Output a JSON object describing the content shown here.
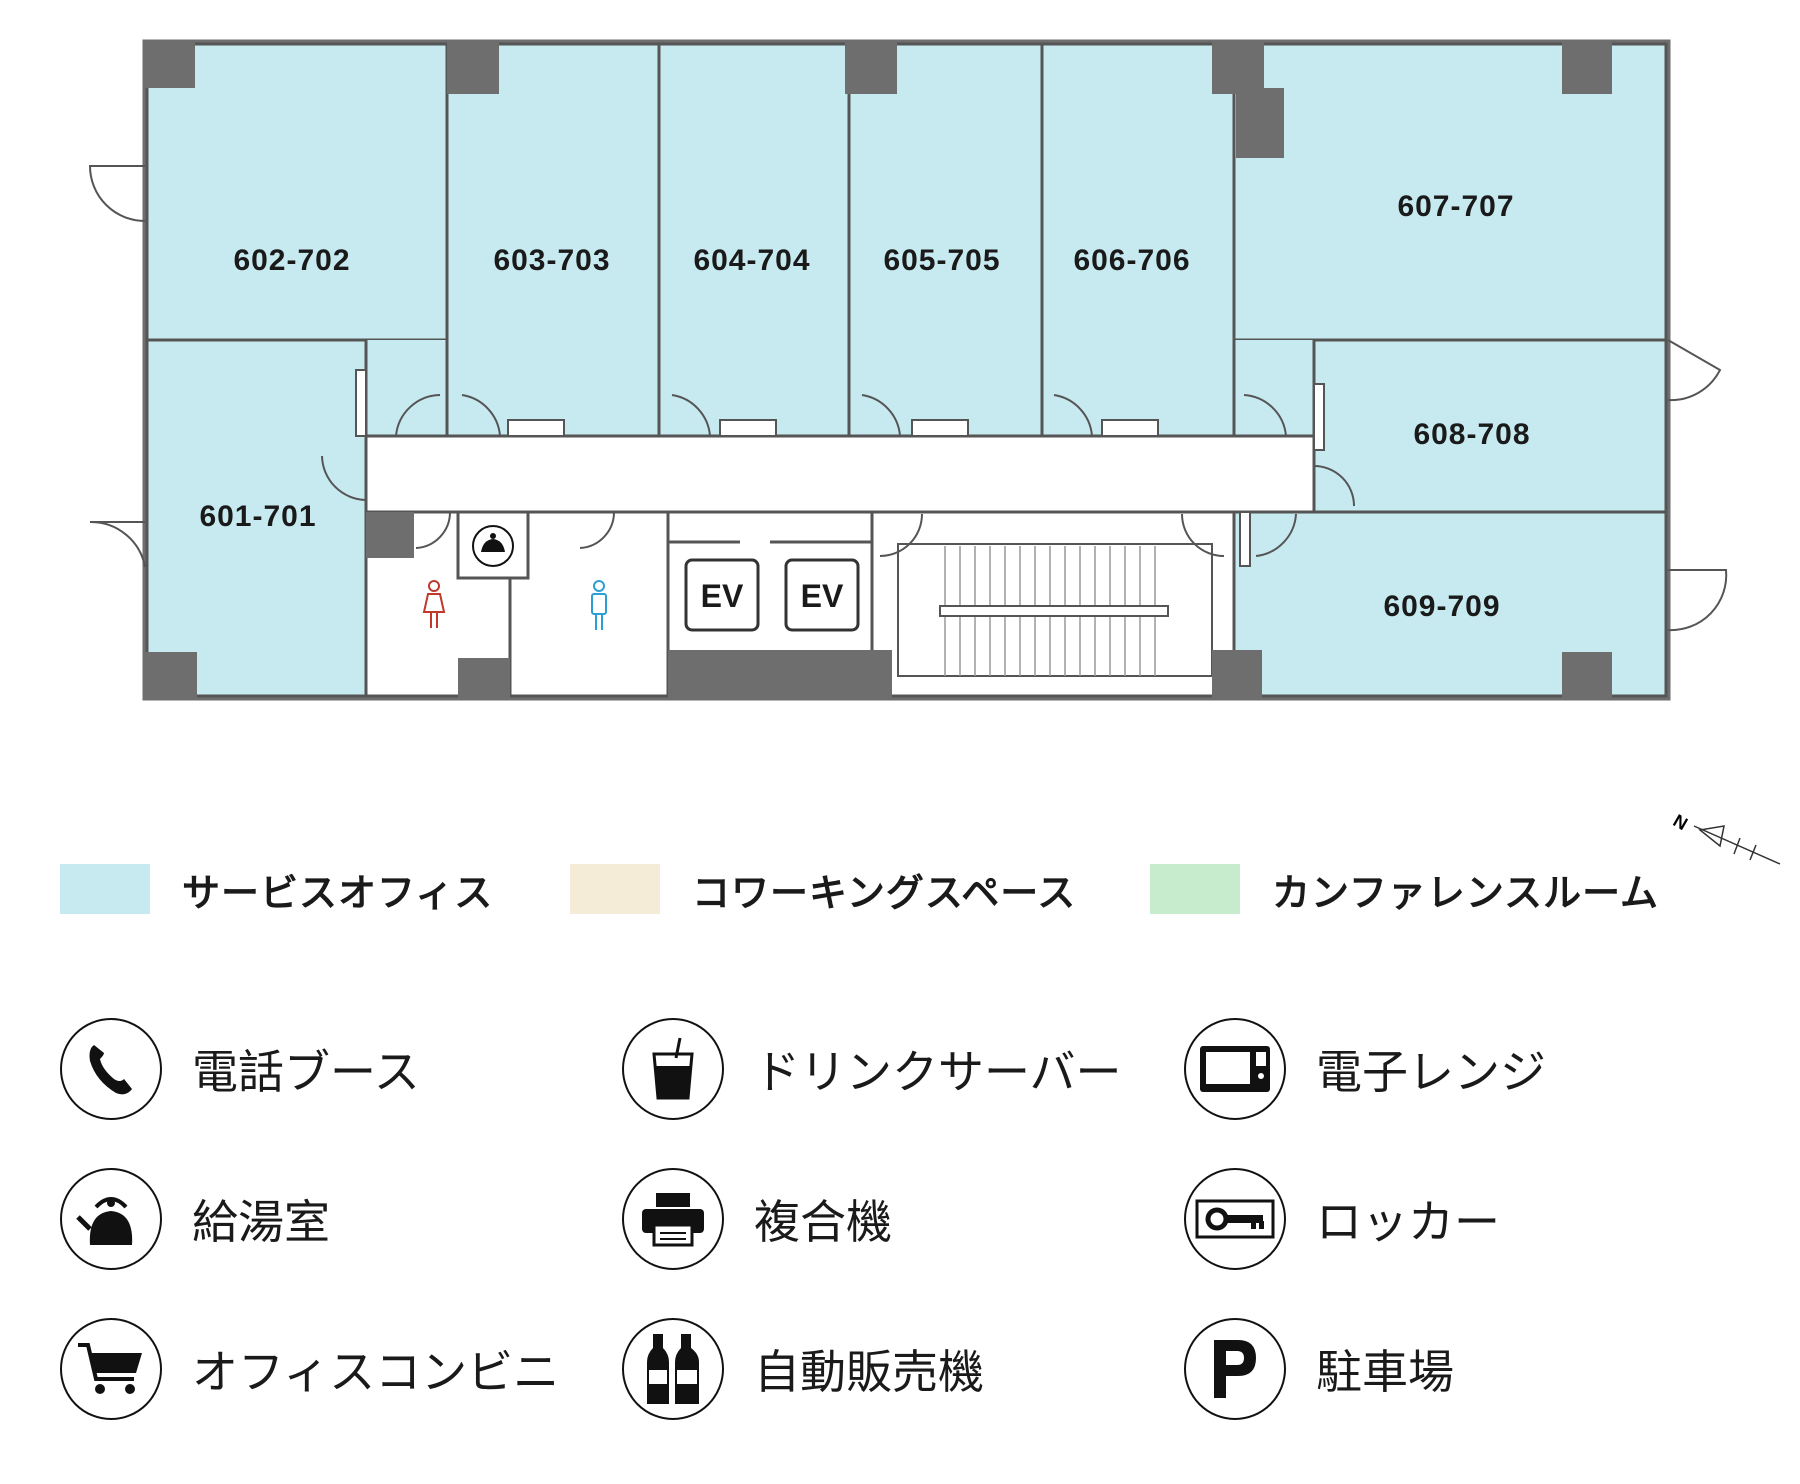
{
  "rooms": {
    "r602": "602-702",
    "r603": "603-703",
    "r604": "604-704",
    "r605": "605-705",
    "r606": "606-706",
    "r607": "607-707",
    "r601": "601-701",
    "r608": "608-708",
    "r609": "609-709"
  },
  "elevators": [
    "EV",
    "EV"
  ],
  "compass": "N",
  "legend": {
    "categories": [
      {
        "label": "サービスオフィス",
        "color": "#c6eaf0"
      },
      {
        "label": "コワーキングスペース",
        "color": "#f5ecd8"
      },
      {
        "label": "カンファレンスルーム",
        "color": "#c6ebcd"
      }
    ],
    "facilities": [
      {
        "label": "電話ブース",
        "icon": "phone-icon"
      },
      {
        "label": "ドリンクサーバー",
        "icon": "drink-icon"
      },
      {
        "label": "電子レンジ",
        "icon": "microwave-icon"
      },
      {
        "label": "給湯室",
        "icon": "kettle-icon"
      },
      {
        "label": "複合機",
        "icon": "printer-icon"
      },
      {
        "label": "ロッカー",
        "icon": "key-icon"
      },
      {
        "label": "オフィスコンビニ",
        "icon": "cart-icon"
      },
      {
        "label": "自動販売機",
        "icon": "bottles-icon"
      },
      {
        "label": "駐車場",
        "icon": "parking-icon"
      }
    ]
  },
  "colors": {
    "office": "#c6eaf0",
    "wall": "#6e6e6e",
    "line": "#555555",
    "women_icon": "#c0392b",
    "men_icon": "#2a9fd6"
  }
}
